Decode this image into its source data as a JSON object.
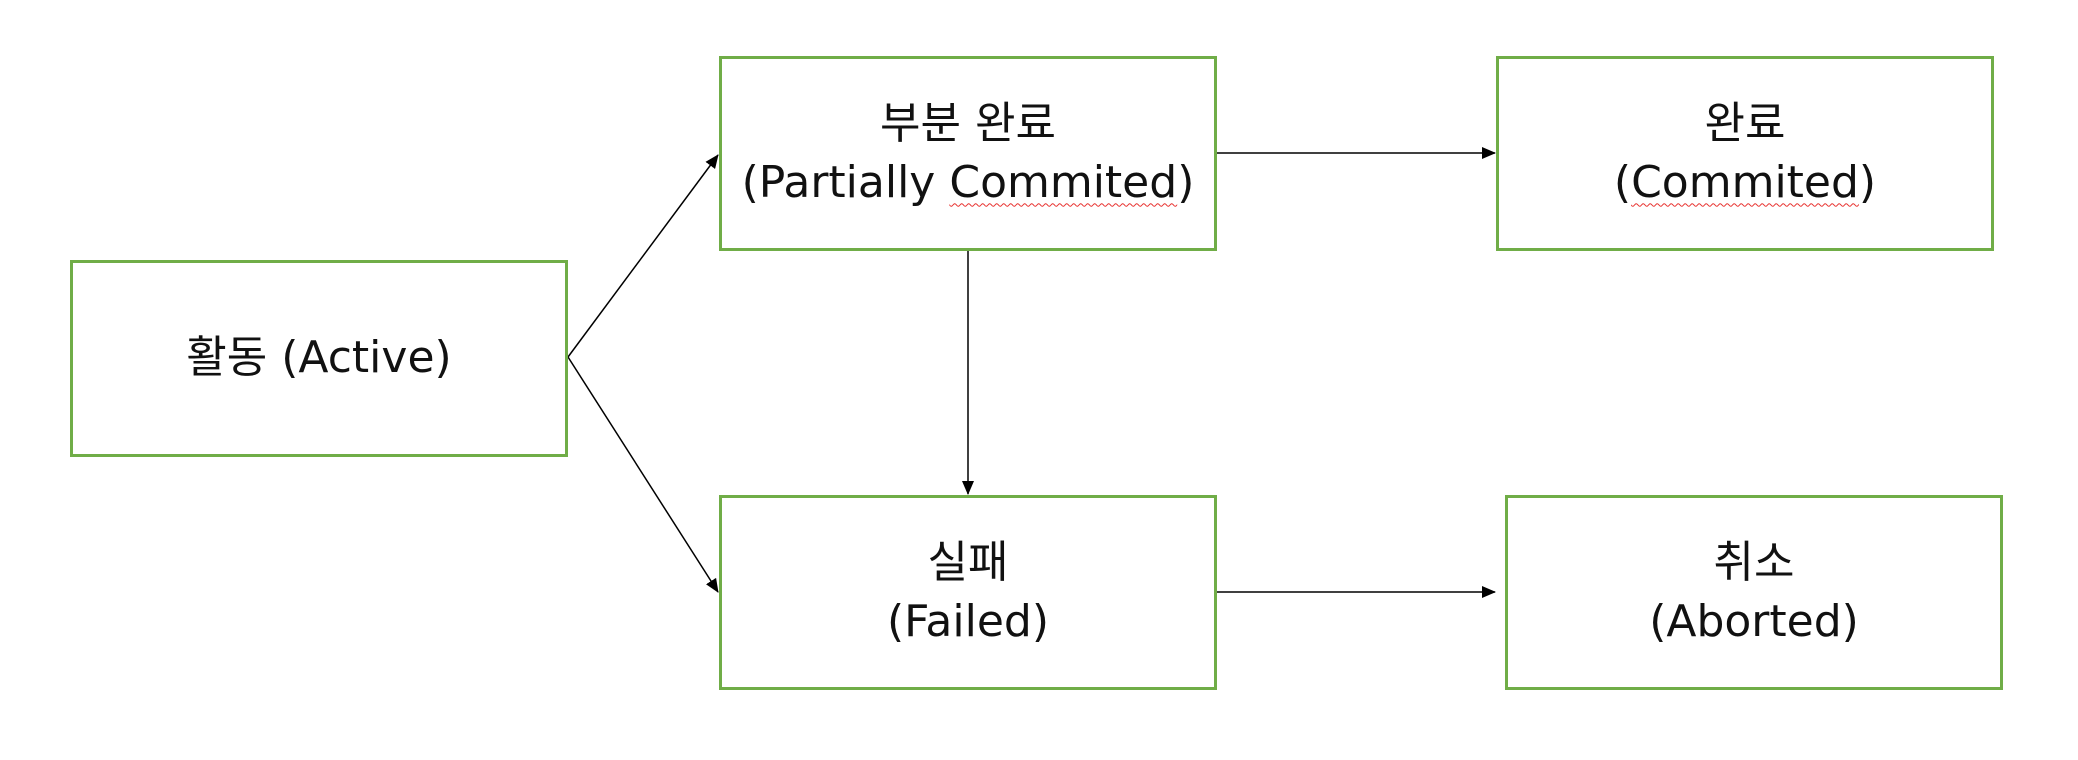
{
  "diagram": {
    "nodes": {
      "active": {
        "line1": "활동 (Active)"
      },
      "partial": {
        "line1": "부분 완료",
        "line2_open": "(Partially ",
        "line2_word": "Commited",
        "line2_close": ")"
      },
      "committed": {
        "line1": "완료",
        "line2_open": "(",
        "line2_word": "Commited",
        "line2_close": ")"
      },
      "failed": {
        "line1": "실패",
        "line2": "(Failed)"
      },
      "aborted": {
        "line1": "취소",
        "line2": "(Aborted)"
      }
    },
    "edges": [
      {
        "from": "active",
        "to": "partial"
      },
      {
        "from": "active",
        "to": "failed"
      },
      {
        "from": "partial",
        "to": "committed"
      },
      {
        "from": "partial",
        "to": "failed"
      },
      {
        "from": "failed",
        "to": "aborted"
      }
    ],
    "colors": {
      "node_border": "#70ad47",
      "edge": "#000000",
      "spellcheck": "#e8312f"
    }
  }
}
